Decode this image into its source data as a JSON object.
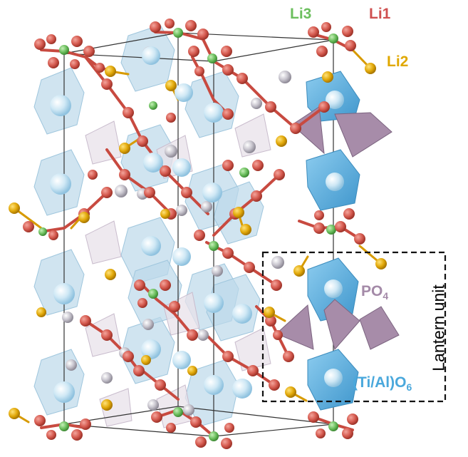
{
  "labels": {
    "li3": "Li3",
    "li1": "Li1",
    "li2": "Li2",
    "po4_main": "PO",
    "po4_sub": "4",
    "tio6_main": "(Ti/Al)O",
    "tio6_sub": "6",
    "lantern": "Lantern unit"
  },
  "colors": {
    "li3": "#6cbf5e",
    "li1": "#cf5050",
    "li2": "#e0a800",
    "po4": "#a48aa8",
    "tio6": "#4aa8dc",
    "oxygen": "#d96055",
    "bond": "#c84a40",
    "octa_light": "#bcd9ea",
    "octa_solid": "#5aaede",
    "tetra": "#a78ca9",
    "sphere_grey": "#b9b6be",
    "cell_line": "#333333"
  }
}
